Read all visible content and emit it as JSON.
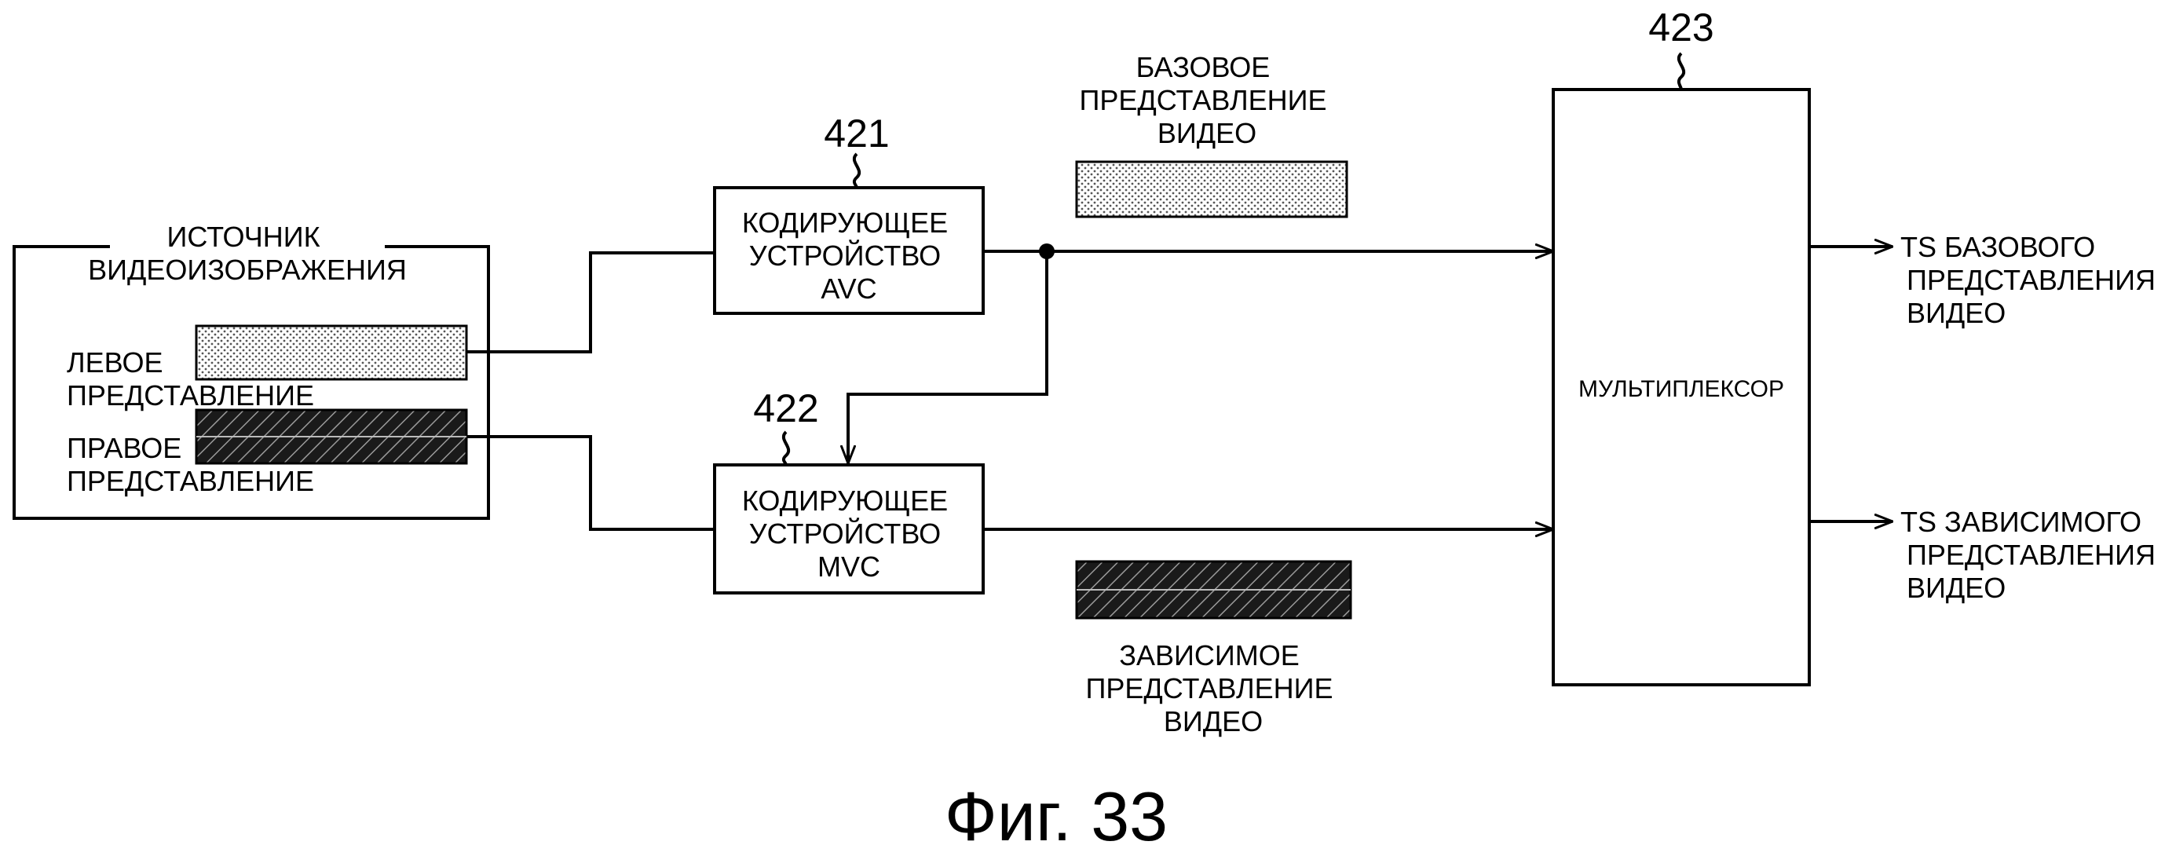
{
  "source": {
    "title_lines": [
      "ИСТОЧНИК",
      "ВИДЕОИЗОБРАЖЕНИЯ"
    ],
    "left_view_lines": [
      "ЛЕВОЕ",
      "ПРЕДСТАВЛЕНИЕ"
    ],
    "right_view_lines": [
      "ПРАВОЕ",
      "ПРЕДСТАВЛЕНИЕ"
    ]
  },
  "encoder_avc": {
    "ref": "421",
    "label_lines": [
      "КОДИРУЮЩЕЕ",
      "УСТРОЙСТВО",
      "AVC"
    ]
  },
  "encoder_mvc": {
    "ref": "422",
    "label_lines": [
      "КОДИРУЮЩЕЕ",
      "УСТРОЙСТВО",
      "MVC"
    ]
  },
  "multiplexer": {
    "ref": "423",
    "label": "МУЛЬТИПЛЕКСОР"
  },
  "base_stream": {
    "label_lines": [
      "БАЗОВОЕ",
      "ПРЕДСТАВЛЕНИЕ",
      "ВИДЕО"
    ]
  },
  "dependent_stream": {
    "label_lines": [
      "ЗАВИСИМОЕ",
      "ПРЕДСТАВЛЕНИЕ",
      "ВИДЕО"
    ]
  },
  "outputs": {
    "base_lines": [
      "TS БАЗОВОГО",
      "ПРЕДСТАВЛЕНИЯ",
      "ВИДЕО"
    ],
    "dependent_lines": [
      "TS ЗАВИСИМОГО",
      "ПРЕДСТАВЛЕНИЯ",
      "ВИДЕО"
    ]
  },
  "figure_caption": "Фиг. 33"
}
